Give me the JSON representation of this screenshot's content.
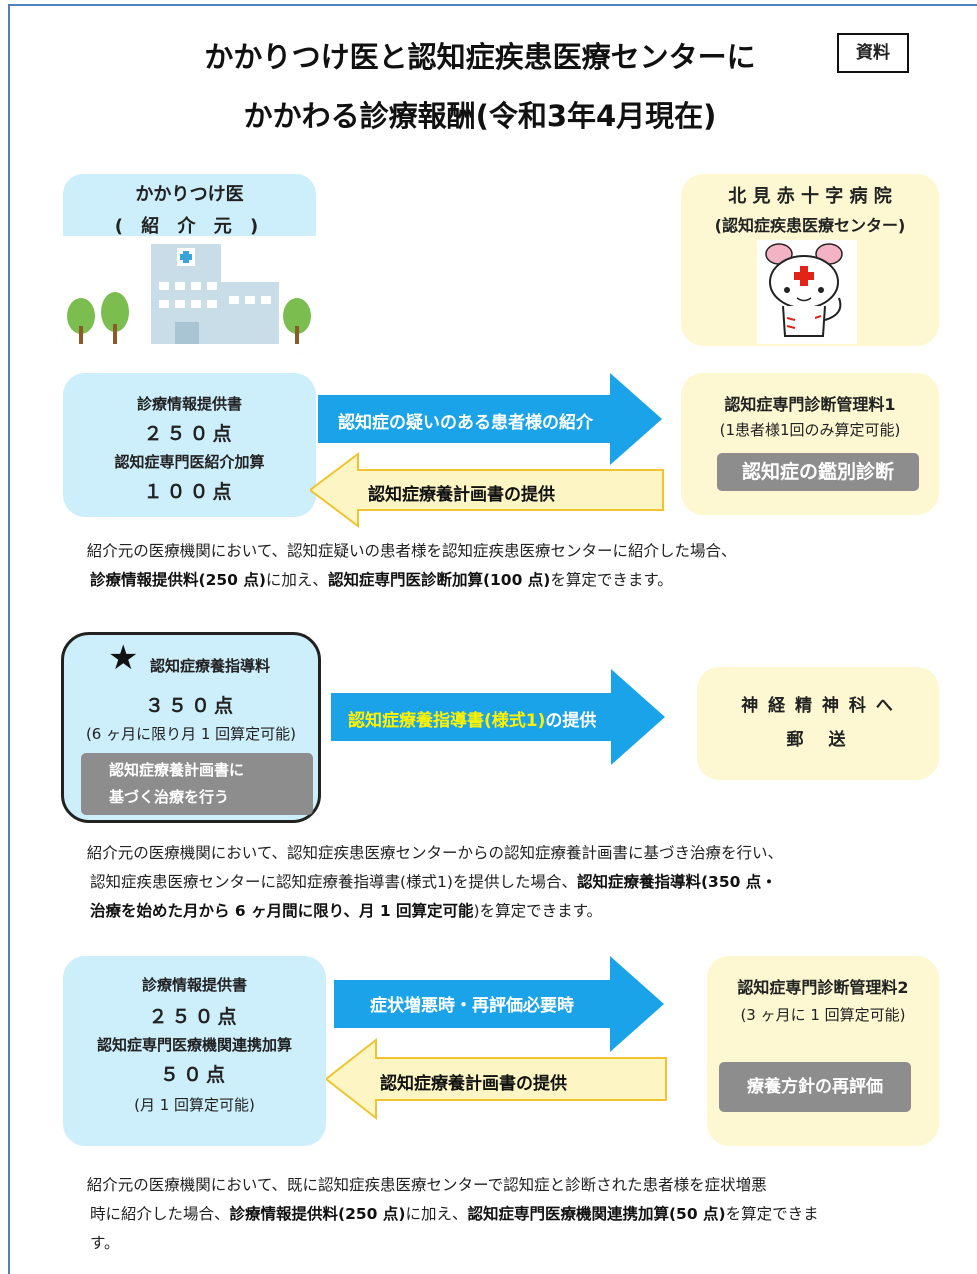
{
  "header": {
    "title_line1": "かかりつけ医と認知症疾患医療センターに",
    "title_line2": "かかわる診療報酬(令和3年4月現在)",
    "badge": "資料"
  },
  "top_left": {
    "line1": "かかりつけ医",
    "line2": "( 紹 介 元 )"
  },
  "top_right": {
    "line1": "北 見 赤 十 字 病 院",
    "line2": "(認知症疾患医療センター)"
  },
  "section1": {
    "left": {
      "l1": "診療情報提供書",
      "l2": "２５０点",
      "l3": "認知症専門医紹介加算",
      "l4": "１００点"
    },
    "arrow_right_label": "認知症の疑いのある患者様の紹介",
    "arrow_left_label": "認知症療養計画書の提供",
    "right": {
      "l1": "認知症専門診断管理料1",
      "l2": "(1患者様1回のみ算定可能)",
      "button": "認知症の鑑別診断"
    },
    "para": {
      "p1": "紹介元の医療機関において、認知症疑いの患者様を認知症疾患医療センターに紹介した場合、",
      "b1": "診療情報提供料(250 点)",
      "p2": "に加え、",
      "b2": "認知症専門医診断加算(100 点)",
      "p3": "を算定できます。"
    }
  },
  "section2": {
    "left": {
      "l1": "認知症療養指導料",
      "l2": "３５０点",
      "l3": "(6 ヶ月に限り月 1 回算定可能)",
      "button_l1": "認知症療養計画書に",
      "button_l2": "基づく治療を行う"
    },
    "arrow_label_yellow": "認知症療養指導書(様式1)",
    "arrow_label_white": "の提供",
    "right": {
      "l1": "神 経 精 神 科 へ",
      "l2": "郵　送"
    },
    "para": {
      "p1": "紹介元の医療機関において、認知症疾患医療センターからの認知症療養計画書に基づき治療を行い、",
      "p2": "認知症疾患医療センターに認知症療養指導書(様式1)を提供した場合、",
      "b1": "認知症療養指導料(350 点・",
      "b2": "治療を始めた月から 6 ヶ月間に限り、月 1 回算定可能",
      "p3": ")を算定できます。"
    }
  },
  "section3": {
    "left": {
      "l1": "診療情報提供書",
      "l2": "２５０点",
      "l3": "認知症専門医療機関連携加算",
      "l4": "５０点",
      "l5": "(月 1 回算定可能)"
    },
    "arrow_right_label": "症状増悪時・再評価必要時",
    "arrow_left_label": "認知症療養計画書の提供",
    "right": {
      "l1": "認知症専門診断管理料2",
      "l2": "(3 ヶ月に 1 回算定可能)",
      "button": "療養方針の再評価"
    },
    "para": {
      "p1": "紹介元の医療機関において、既に認知症疾患医療センターで認知症と診断された患者様を症状増悪",
      "p2": "時に紹介した場合、",
      "b1": "診療情報提供料(250 点)",
      "p3": "に加え、",
      "b2": "認知症専門医療機関連携加算(50 点)",
      "p4": "を算定できま",
      "p5": "す。"
    }
  },
  "colors": {
    "blue_box": "#cdeefb",
    "yellow_box": "#fdf8d2",
    "arrow_blue": "#1aa3e8",
    "arrow_yellow": "#fdf5c4",
    "grey_button": "#8d8d8d",
    "frame": "#4f81bd"
  }
}
